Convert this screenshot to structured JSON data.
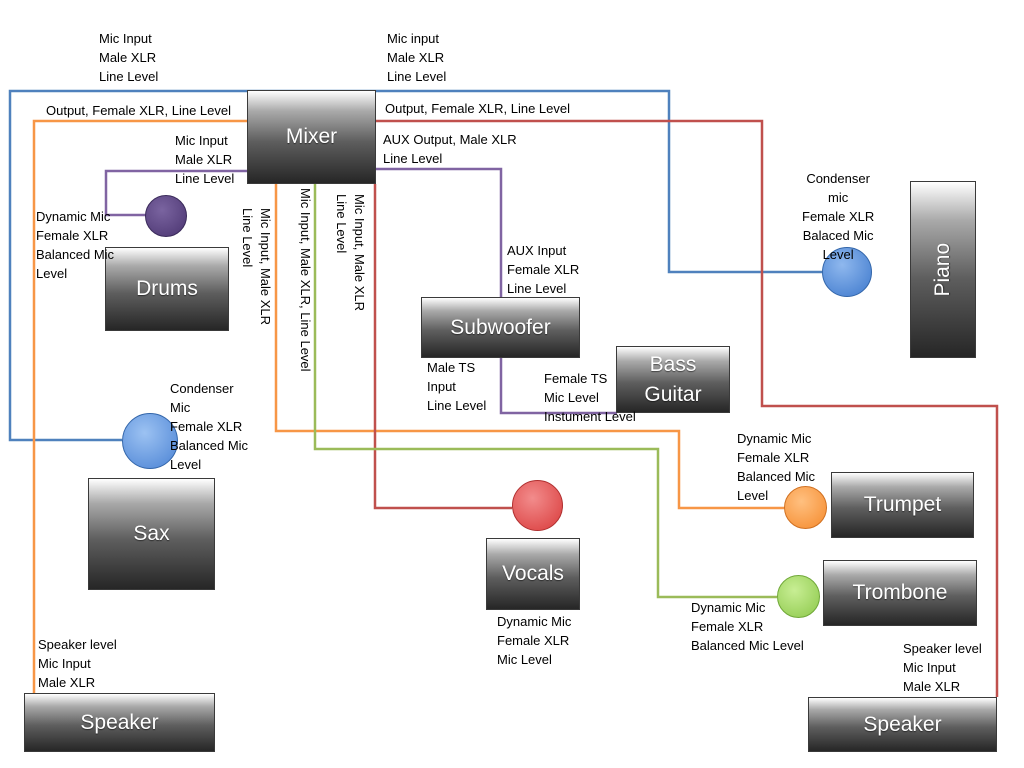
{
  "colors": {
    "blue_wire": "#4f81bd",
    "orange_wire": "#f79646",
    "red_wire": "#c0504d",
    "purple_wire": "#8064a2",
    "green_wire": "#9bbb59"
  },
  "devices": {
    "mixer": "Mixer",
    "drums": "Drums",
    "subwoofer": "Subwoofer",
    "bass_guitar": [
      "Bass",
      "Guitar"
    ],
    "piano": "Piano",
    "sax": "Sax",
    "vocals": "Vocals",
    "trumpet": "Trumpet",
    "trombone": "Trombone",
    "speaker_left": "Speaker",
    "speaker_right": "Speaker"
  },
  "labels": {
    "mic_input_top_left": [
      "Mic Input",
      "Male XLR",
      "Line Level"
    ],
    "mic_input_top_right": [
      "Mic input",
      "Male XLR",
      "Line Level"
    ],
    "output_left": "Output, Female XLR, Line Level",
    "output_right": "Output, Female XLR, Line Level",
    "mic_input_drums": [
      "Mic Input",
      "Male XLR",
      "Line Level"
    ],
    "aux_output": [
      "AUX Output, Male XLR",
      "Line Level"
    ],
    "dynamic_mic_drums": [
      "Dynamic Mic",
      "Female XLR",
      "Balanced Mic",
      "Level"
    ],
    "vertical_1": [
      "Mic Input, Male XLR",
      "Line Level"
    ],
    "vertical_2": [
      "Mic Input, Male XLR, Line Level"
    ],
    "vertical_3": [
      "Mic Input, Male XLR",
      "Line Level"
    ],
    "aux_input": [
      "AUX Input",
      "Female XLR",
      "Line Level"
    ],
    "condenser_piano": [
      "Condenser",
      "mic",
      "Female XLR",
      "Balaced Mic",
      "Level"
    ],
    "male_ts": [
      "Male TS",
      "Input",
      "Line Level"
    ],
    "female_ts": [
      "Female TS",
      "Mic Level",
      "Instument Level"
    ],
    "condenser_sax": [
      "Condenser",
      "Mic",
      "Female XLR",
      "Balanced Mic",
      "Level"
    ],
    "dynamic_trumpet": [
      "Dynamic Mic",
      "Female XLR",
      "Balanced Mic",
      "Level"
    ],
    "dynamic_vocals": [
      "Dynamic Mic",
      "Female XLR",
      "Mic Level"
    ],
    "dynamic_trombone": [
      "Dynamic Mic",
      "Female XLR",
      "Balanced Mic Level"
    ],
    "speaker_left_input": [
      "Speaker level",
      "Mic Input",
      "Male XLR"
    ],
    "speaker_right_input": [
      "Speaker level",
      "Mic Input",
      "Male XLR"
    ]
  }
}
